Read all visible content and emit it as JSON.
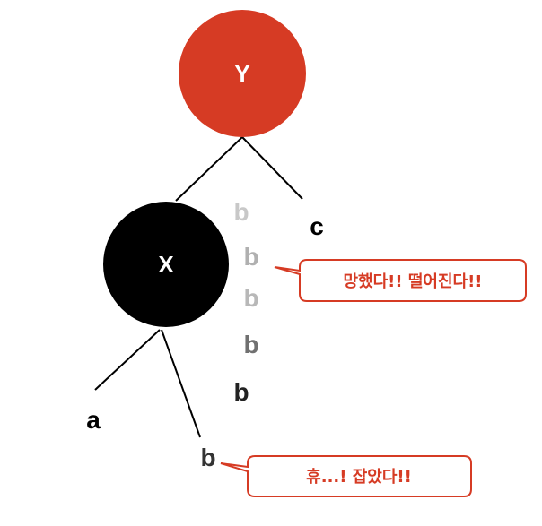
{
  "colors": {
    "red_node": "#d63b24",
    "black_node": "#000000",
    "callout_border": "#d63b24",
    "callout_text": "#d63b24"
  },
  "nodes": {
    "y": {
      "label": "Y",
      "color": "red"
    },
    "x": {
      "label": "X",
      "color": "black"
    }
  },
  "leaves": {
    "c": "c",
    "a": "a",
    "b_final": "b"
  },
  "falling_b": [
    {
      "label": "b",
      "shade": "#c8c8c8"
    },
    {
      "label": "b",
      "shade": "#b0b0b0"
    },
    {
      "label": "b",
      "shade": "#b8b8b8"
    },
    {
      "label": "b",
      "shade": "#707070"
    },
    {
      "label": "b",
      "shade": "#222222"
    }
  ],
  "callouts": {
    "falling": "망했다!! 떨어진다!!",
    "caught": "휴...! 잡았다!!"
  }
}
